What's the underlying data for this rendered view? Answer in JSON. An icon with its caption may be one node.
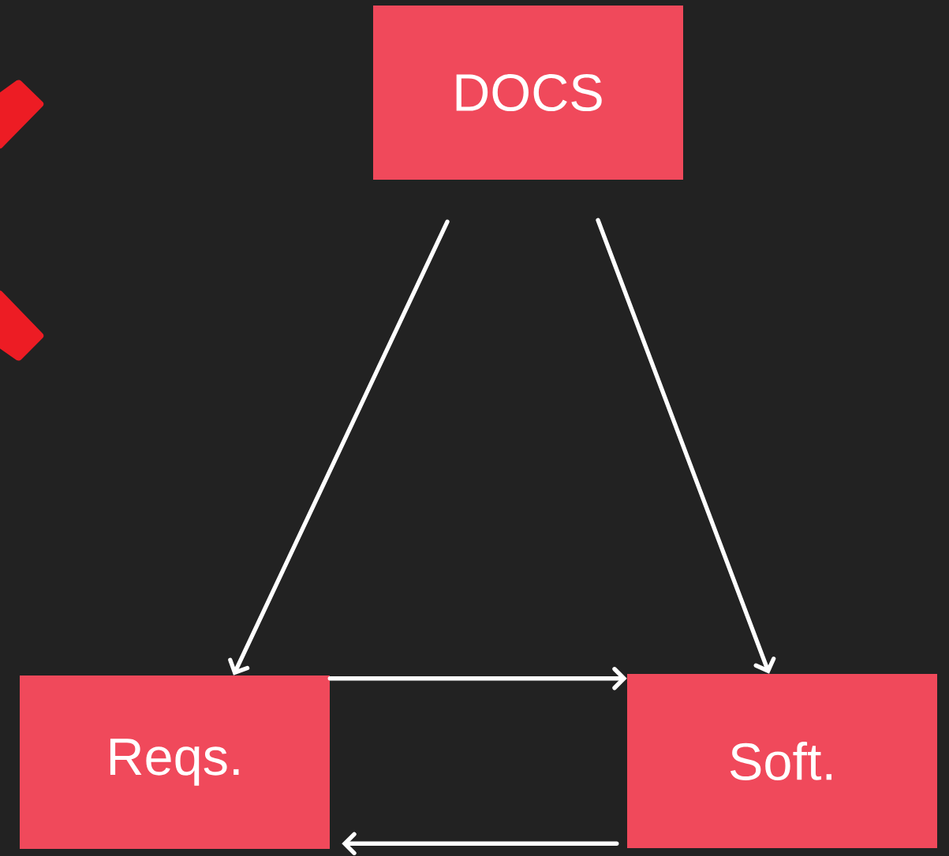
{
  "diagram": {
    "nodes": [
      {
        "text": [
          "DOCS"
        ]
      },
      {
        "text": [
          "Reqs."
        ]
      },
      {
        "text": [
          "Soft."
        ]
      }
    ],
    "edges": [
      {
        "from": 0,
        "to": 1,
        "arrow": "to"
      },
      {
        "from": 0,
        "to": 2,
        "arrow": "to"
      },
      {
        "from": 1,
        "to": 2,
        "arrow": "to"
      },
      {
        "from": 2,
        "to": 1,
        "arrow": "to"
      }
    ]
  }
}
